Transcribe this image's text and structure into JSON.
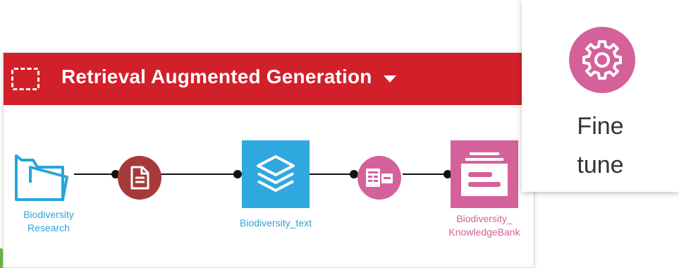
{
  "zone": {
    "title": "Retrieval Augmented Generation",
    "header_color": "#d2202a"
  },
  "flow": {
    "nodes": [
      {
        "id": "folder",
        "icon": "folder-icon",
        "label_line1": "Biodiversity",
        "label_line2": "Research",
        "color": "#26a6dc"
      },
      {
        "id": "extract",
        "icon": "document-icon",
        "color": "#a63a3a"
      },
      {
        "id": "dataset",
        "icon": "stacked-layers-icon",
        "label": "Biodiversity_text",
        "color": "#2fa8df"
      },
      {
        "id": "embed",
        "icon": "embed-recipe-icon",
        "color": "#d4619a"
      },
      {
        "id": "knowledge",
        "icon": "knowledge-bank-icon",
        "label_line1": "Biodiversity_",
        "label_line2": "KnowledgeBank",
        "color": "#d4619a"
      }
    ]
  },
  "fine_tune": {
    "icon": "gear-icon",
    "label": "Fine\ntune",
    "color": "#d4619a"
  }
}
